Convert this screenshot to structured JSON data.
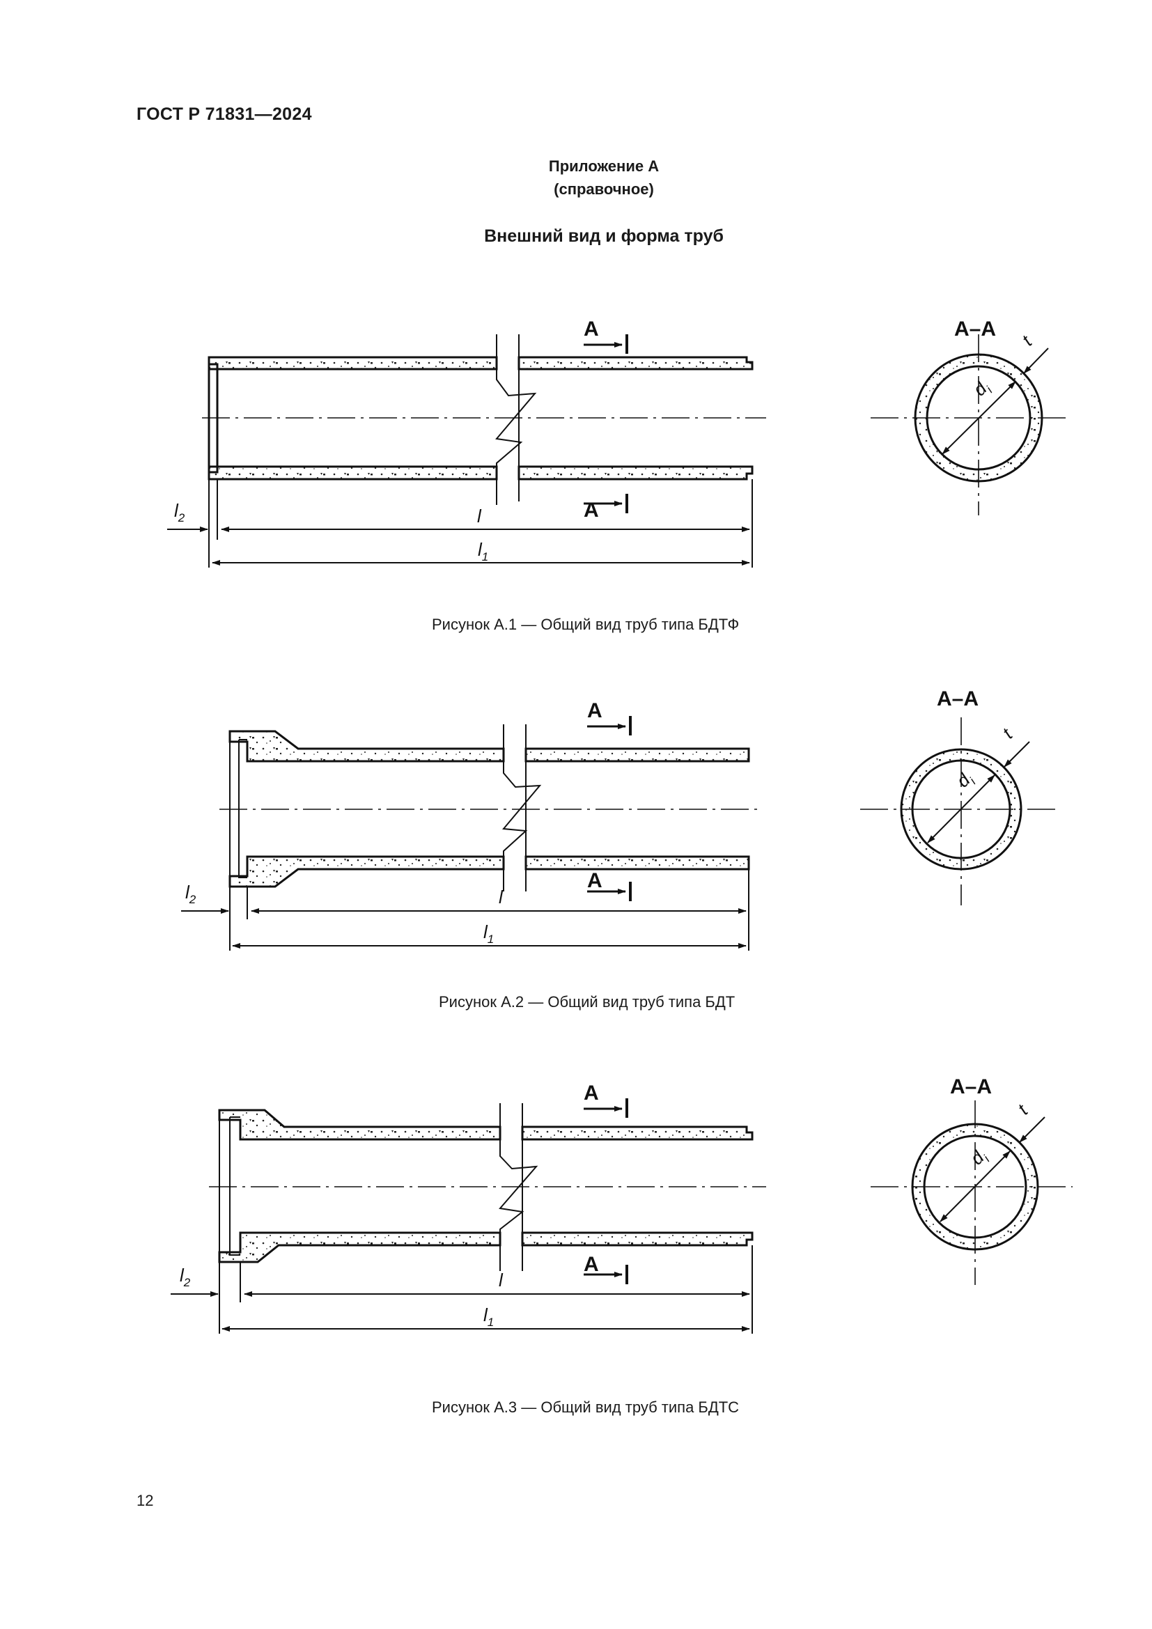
{
  "header": {
    "standard": "ГОСТ Р 71831—2024"
  },
  "appendix": {
    "title": "Приложение А",
    "note": "(справочное)"
  },
  "section": {
    "title": "Внешний вид и форма труб"
  },
  "figures": [
    {
      "caption": "Рисунок А.1 — Общий вид труб типа БДТФ",
      "section_label": "А–А",
      "cut_marker": "А",
      "dim_l": "l",
      "dim_l1": "l",
      "dim_l1_sub": "1",
      "dim_l2": "l",
      "dim_l2_sub": "2",
      "d_label": "d",
      "d_sub": "i",
      "t_label": "t"
    },
    {
      "caption": "Рисунок А.2 — Общий вид труб типа БДТ",
      "section_label": "А–А",
      "cut_marker": "А",
      "dim_l": "l",
      "dim_l1": "l",
      "dim_l1_sub": "1",
      "dim_l2": "l",
      "dim_l2_sub": "2",
      "d_label": "d",
      "d_sub": "i",
      "t_label": "t"
    },
    {
      "caption": "Рисунок А.3 — Общий вид труб типа БДТС",
      "section_label": "А–А",
      "cut_marker": "А",
      "dim_l": "l",
      "dim_l1": "l",
      "dim_l1_sub": "1",
      "dim_l2": "l",
      "dim_l2_sub": "2",
      "d_label": "d",
      "d_sub": "i",
      "t_label": "t"
    }
  ],
  "page": {
    "number": "12"
  }
}
